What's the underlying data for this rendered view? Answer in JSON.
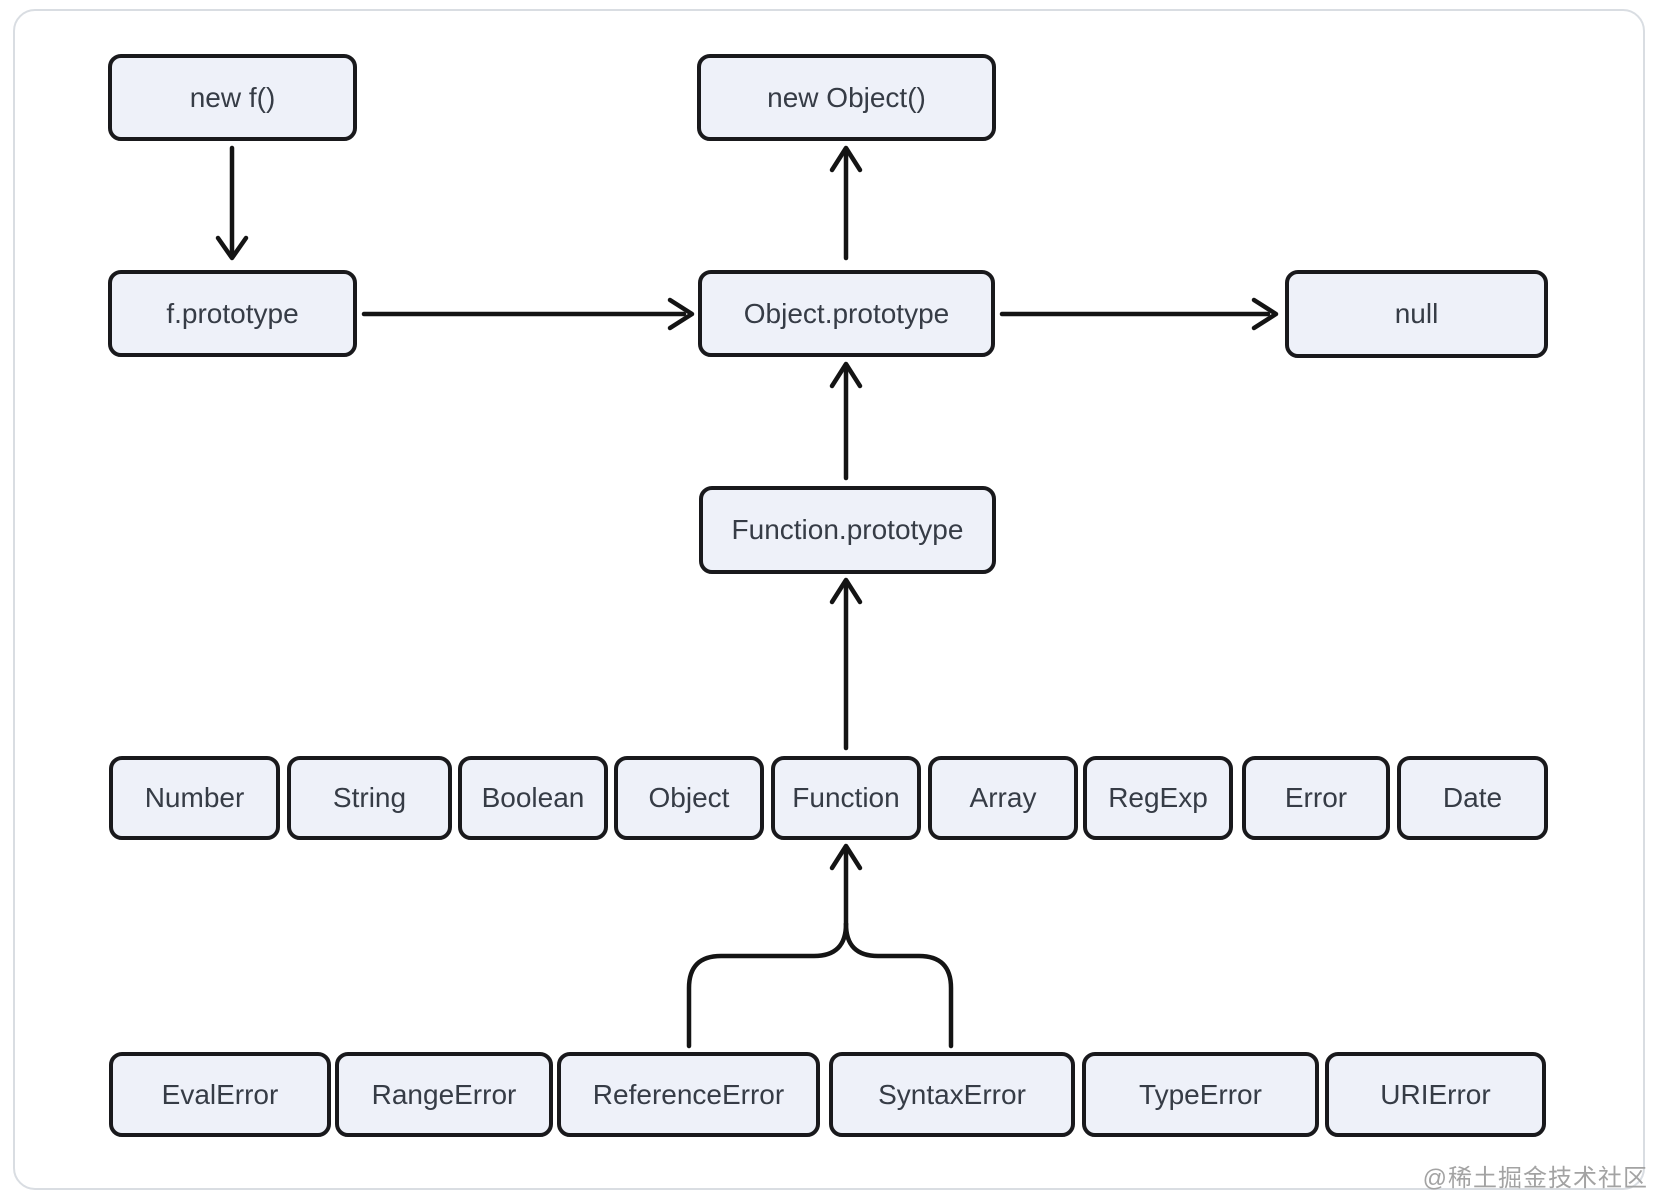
{
  "colors": {
    "background": "#ffffff",
    "card_border": "#d9dde2",
    "node_fill": "#eef1f9",
    "node_border": "#19191c",
    "node_text": "#363c46",
    "arrow": "#141414",
    "watermark_text": "#a3a3a3"
  },
  "nodes": {
    "new_f": "new f()",
    "new_object": "new Object()",
    "f_prototype": "f.prototype",
    "object_prototype": "Object.prototype",
    "null": "null",
    "function_prototype": "Function.prototype"
  },
  "builtins": [
    "Number",
    "String",
    "Boolean",
    "Object",
    "Function",
    "Array",
    "RegExp",
    "Error",
    "Date"
  ],
  "errors": [
    "EvalError",
    "RangeError",
    "ReferenceError",
    "SyntaxError",
    "TypeError",
    "URIError"
  ],
  "watermark": "@稀土掘金技术社区"
}
